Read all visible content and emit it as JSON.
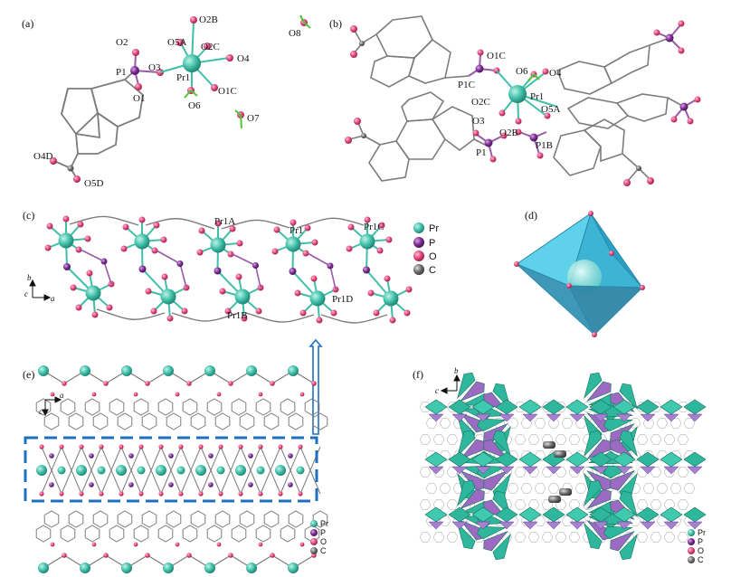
{
  "panels": {
    "a": {
      "tag": "(a)",
      "atoms": [
        "O2B",
        "O2",
        "O5A",
        "O2C",
        "O8",
        "P1",
        "O3",
        "O4",
        "Pr1",
        "O1",
        "O1C",
        "O6",
        "O7",
        "O4D",
        "O5D"
      ]
    },
    "b": {
      "tag": "(b)",
      "atoms": [
        "O1C",
        "O6",
        "O4",
        "P1C",
        "Pr1",
        "O2C",
        "O5A",
        "O3",
        "O2B",
        "P1B",
        "P1"
      ]
    },
    "c": {
      "tag": "(c)",
      "atoms": [
        "Pr1A",
        "Pr1",
        "Pr1C",
        "Pr1B",
        "Pr1D"
      ],
      "axes": {
        "up": "b",
        "right": "a",
        "origin": "c"
      }
    },
    "d": {
      "tag": "(d)"
    },
    "e": {
      "tag": "(e)",
      "axes": {
        "right": "a",
        "down": "c"
      }
    },
    "f": {
      "tag": "(f)",
      "axes": {
        "up": "b",
        "left": "c"
      }
    }
  },
  "legend": [
    {
      "element": "Pr",
      "color": "#3fbfa8"
    },
    {
      "element": "P",
      "color": "#7a2a8f"
    },
    {
      "element": "O",
      "color": "#e0457b"
    },
    {
      "element": "C",
      "color": "#6e6e6e"
    }
  ],
  "colors": {
    "pr": "#3fbfa8",
    "p": "#7a2a8f",
    "o": "#e0457b",
    "c": "#6e6e6e",
    "bond": "#7c7c7c",
    "h": "#55c23a",
    "polyhedron": "#2fa6c9",
    "highlight_box": "#1f6fbf"
  }
}
